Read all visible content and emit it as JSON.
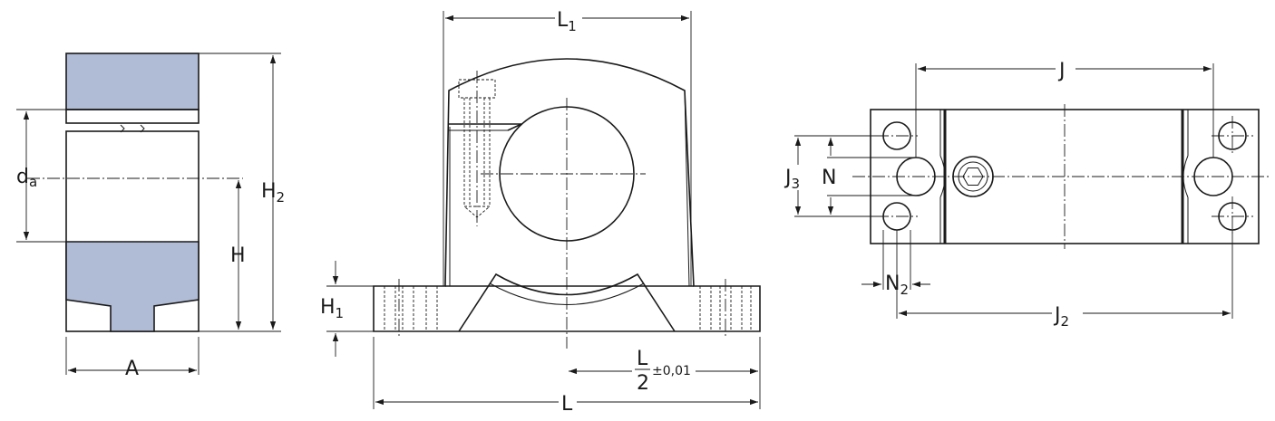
{
  "colors": {
    "insert_fill": "#b0bcd6",
    "line": "#1a1a1a"
  },
  "labels": {
    "da": {
      "main": "d",
      "sub": "a"
    },
    "H2": {
      "main": "H",
      "sub": "2"
    },
    "H": {
      "main": "H"
    },
    "A": {
      "main": "A"
    },
    "L1": {
      "main": "L",
      "sub": "1"
    },
    "H1": {
      "main": "H",
      "sub": "1"
    },
    "L": {
      "main": "L"
    },
    "L_half": {
      "num": "L",
      "den": "2",
      "tol": "±0,01"
    },
    "J": {
      "main": "J"
    },
    "J3": {
      "main": "J",
      "sub": "3"
    },
    "N": {
      "main": "N"
    },
    "N2": {
      "main": "N",
      "sub": "2"
    },
    "J2": {
      "main": "J",
      "sub": "2"
    }
  }
}
